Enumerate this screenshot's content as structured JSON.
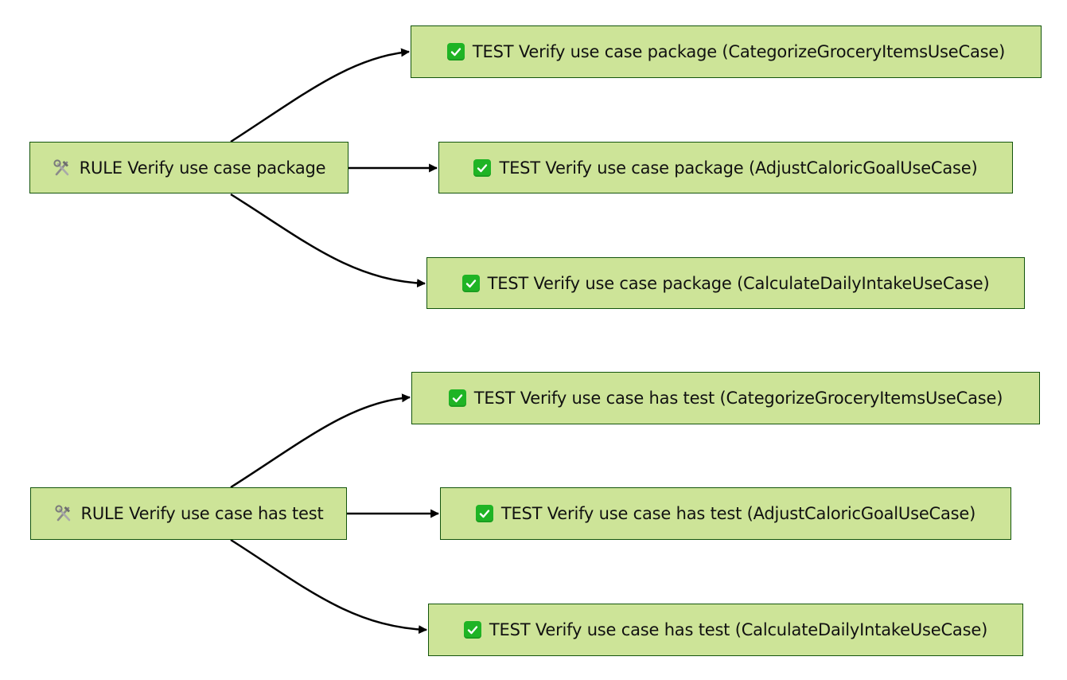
{
  "diagram": {
    "rules": [
      {
        "id": "rule-package",
        "icon": "hammer-and-wrench-icon",
        "label": "RULE Verify use case package",
        "tests": [
          {
            "icon": "check-mark-icon",
            "label": "TEST Verify use case package (CategorizeGroceryItemsUseCase)"
          },
          {
            "icon": "check-mark-icon",
            "label": "TEST Verify use case package (AdjustCaloricGoalUseCase)"
          },
          {
            "icon": "check-mark-icon",
            "label": "TEST Verify use case package (CalculateDailyIntakeUseCase)"
          }
        ]
      },
      {
        "id": "rule-has-test",
        "icon": "hammer-and-wrench-icon",
        "label": "RULE Verify use case has test",
        "tests": [
          {
            "icon": "check-mark-icon",
            "label": "TEST Verify use case has test (CategorizeGroceryItemsUseCase)"
          },
          {
            "icon": "check-mark-icon",
            "label": "TEST Verify use case has test (AdjustCaloricGoalUseCase)"
          },
          {
            "icon": "check-mark-icon",
            "label": "TEST Verify use case has test (CalculateDailyIntakeUseCase)"
          }
        ]
      }
    ],
    "colors": {
      "node_fill": "#cde498",
      "node_border": "#13540c",
      "edge": "#000000",
      "check_fill": "#1fb425"
    }
  }
}
